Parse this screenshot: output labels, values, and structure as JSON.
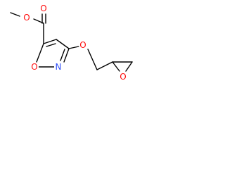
{
  "molecule": {
    "atoms": {
      "methyl_ester_o": {
        "symbol": "O",
        "color": "#ff0d0d"
      },
      "carbonyl_o": {
        "symbol": "O",
        "color": "#ff0d0d"
      },
      "ring_o": {
        "symbol": "O",
        "color": "#ff0d0d"
      },
      "ring_n": {
        "symbol": "N",
        "color": "#3050f8"
      },
      "ether_o": {
        "symbol": "O",
        "color": "#ff0d0d"
      },
      "epoxide_o": {
        "symbol": "O",
        "color": "#ff0d0d"
      }
    },
    "bond_color": "#000000"
  }
}
